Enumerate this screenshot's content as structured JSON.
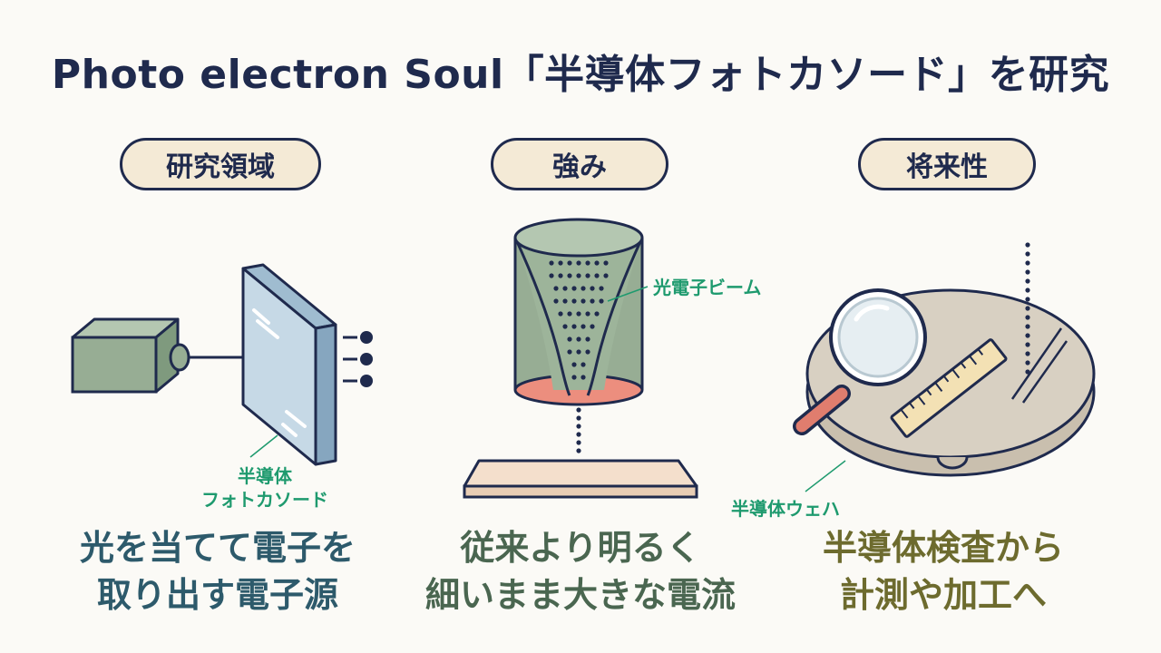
{
  "title": "Photo electron Soul「半導体フォトカソード」を研究",
  "sections": [
    {
      "heading": "研究領域",
      "callout": [
        "半導体",
        "フォトカソード"
      ],
      "caption": [
        "光を当てて電子を",
        "取り出す電子源"
      ]
    },
    {
      "heading": "強み",
      "callout": [
        "光電子ビーム"
      ],
      "caption": [
        "従来より明るく",
        "細いまま大きな電流"
      ]
    },
    {
      "heading": "将来性",
      "callout": [
        "半導体ウェハ"
      ],
      "caption": [
        "半導体検査から",
        "計測や加工へ"
      ]
    }
  ],
  "colors": {
    "navy": "#1f2a4d",
    "pill_fill": "#f4ead6",
    "callout_green": "#1e9a6e",
    "caption_teal": "#2d5a6b",
    "caption_green": "#4a6650",
    "caption_olive": "#6d6b2e",
    "cylinder_green": "#97ad94",
    "glass_blue": "#c6d9e6",
    "wafer": "#d8d0c2",
    "beam_spot": "#ec8e7e"
  }
}
